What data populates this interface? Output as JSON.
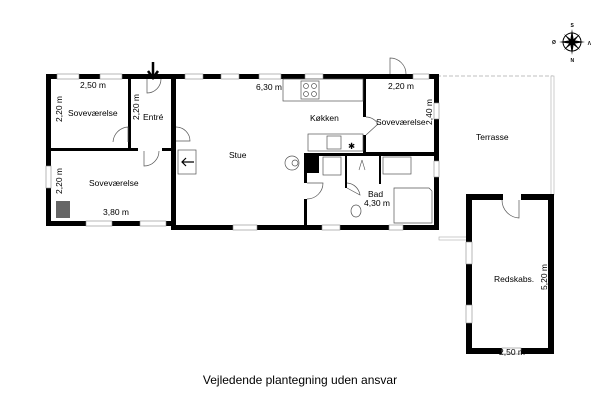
{
  "rooms": {
    "bedroom_1": "Soveværelse",
    "entry": "Entré",
    "living": "Stue",
    "kitchen": "Køkken",
    "bedroom_2": "Soveværelse",
    "bedroom_3": "Soveværelse",
    "bath": "Bad",
    "terrace": "Terrasse",
    "shed": "Redskabs."
  },
  "dimensions": {
    "bedroom_1_width": "2,50 m",
    "bedroom_1_depth": "2,20 m",
    "entry_depth": "2,20 m",
    "living_width": "6,30 m",
    "bedroom_3_width": "2,20 m",
    "bedroom_3_depth": "2,40 m",
    "bedroom_2_depth": "2,20 m",
    "bedroom_2_width": "3,80 m",
    "bath_width": "4,30 m",
    "shed_depth": "5,20 m",
    "shed_width": "2,50 m"
  },
  "compass": {
    "top": "S",
    "bottom": "N",
    "left": "Ø",
    "right": "V"
  },
  "caption": "Vejledende plantegning uden ansvar"
}
